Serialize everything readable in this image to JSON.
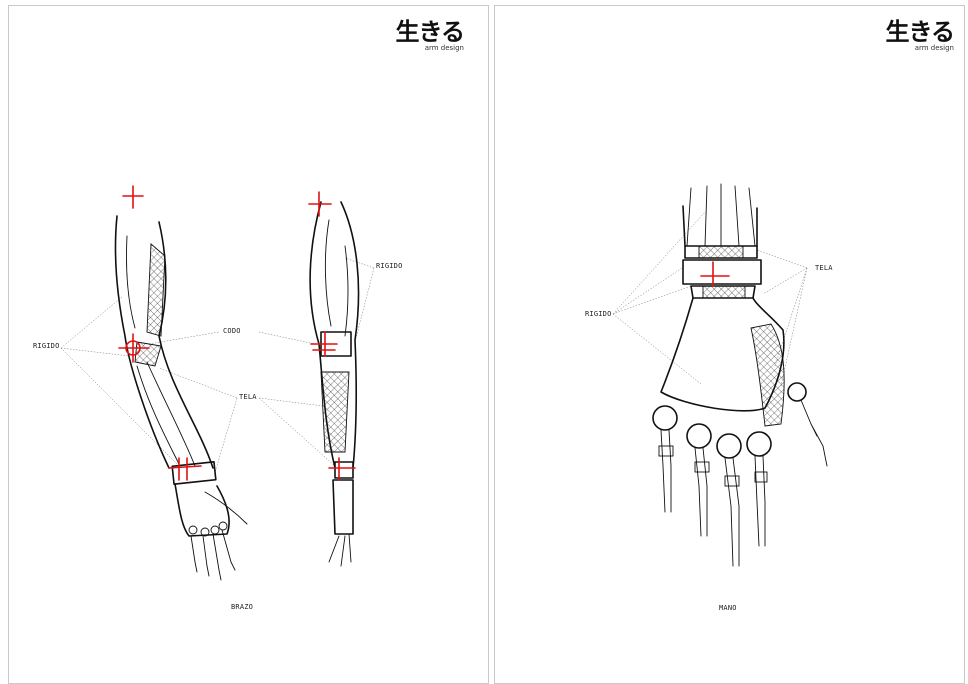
{
  "logo": {
    "title": "生きる",
    "subtitle": "arm design"
  },
  "colors": {
    "ink": "#111111",
    "joint_marker": "#e01010",
    "page_border": "#c9c9c9",
    "leader_line": "#777777"
  },
  "pages": [
    {
      "caption": "BRAZO",
      "labels": {
        "rigido_left": "RIGIDO",
        "codo": "CODO",
        "tela": "TELA",
        "rigido_right": "RIGIDO"
      }
    },
    {
      "caption": "MANO",
      "labels": {
        "rigido": "RIGIDO",
        "tela": "TELA"
      }
    }
  ]
}
